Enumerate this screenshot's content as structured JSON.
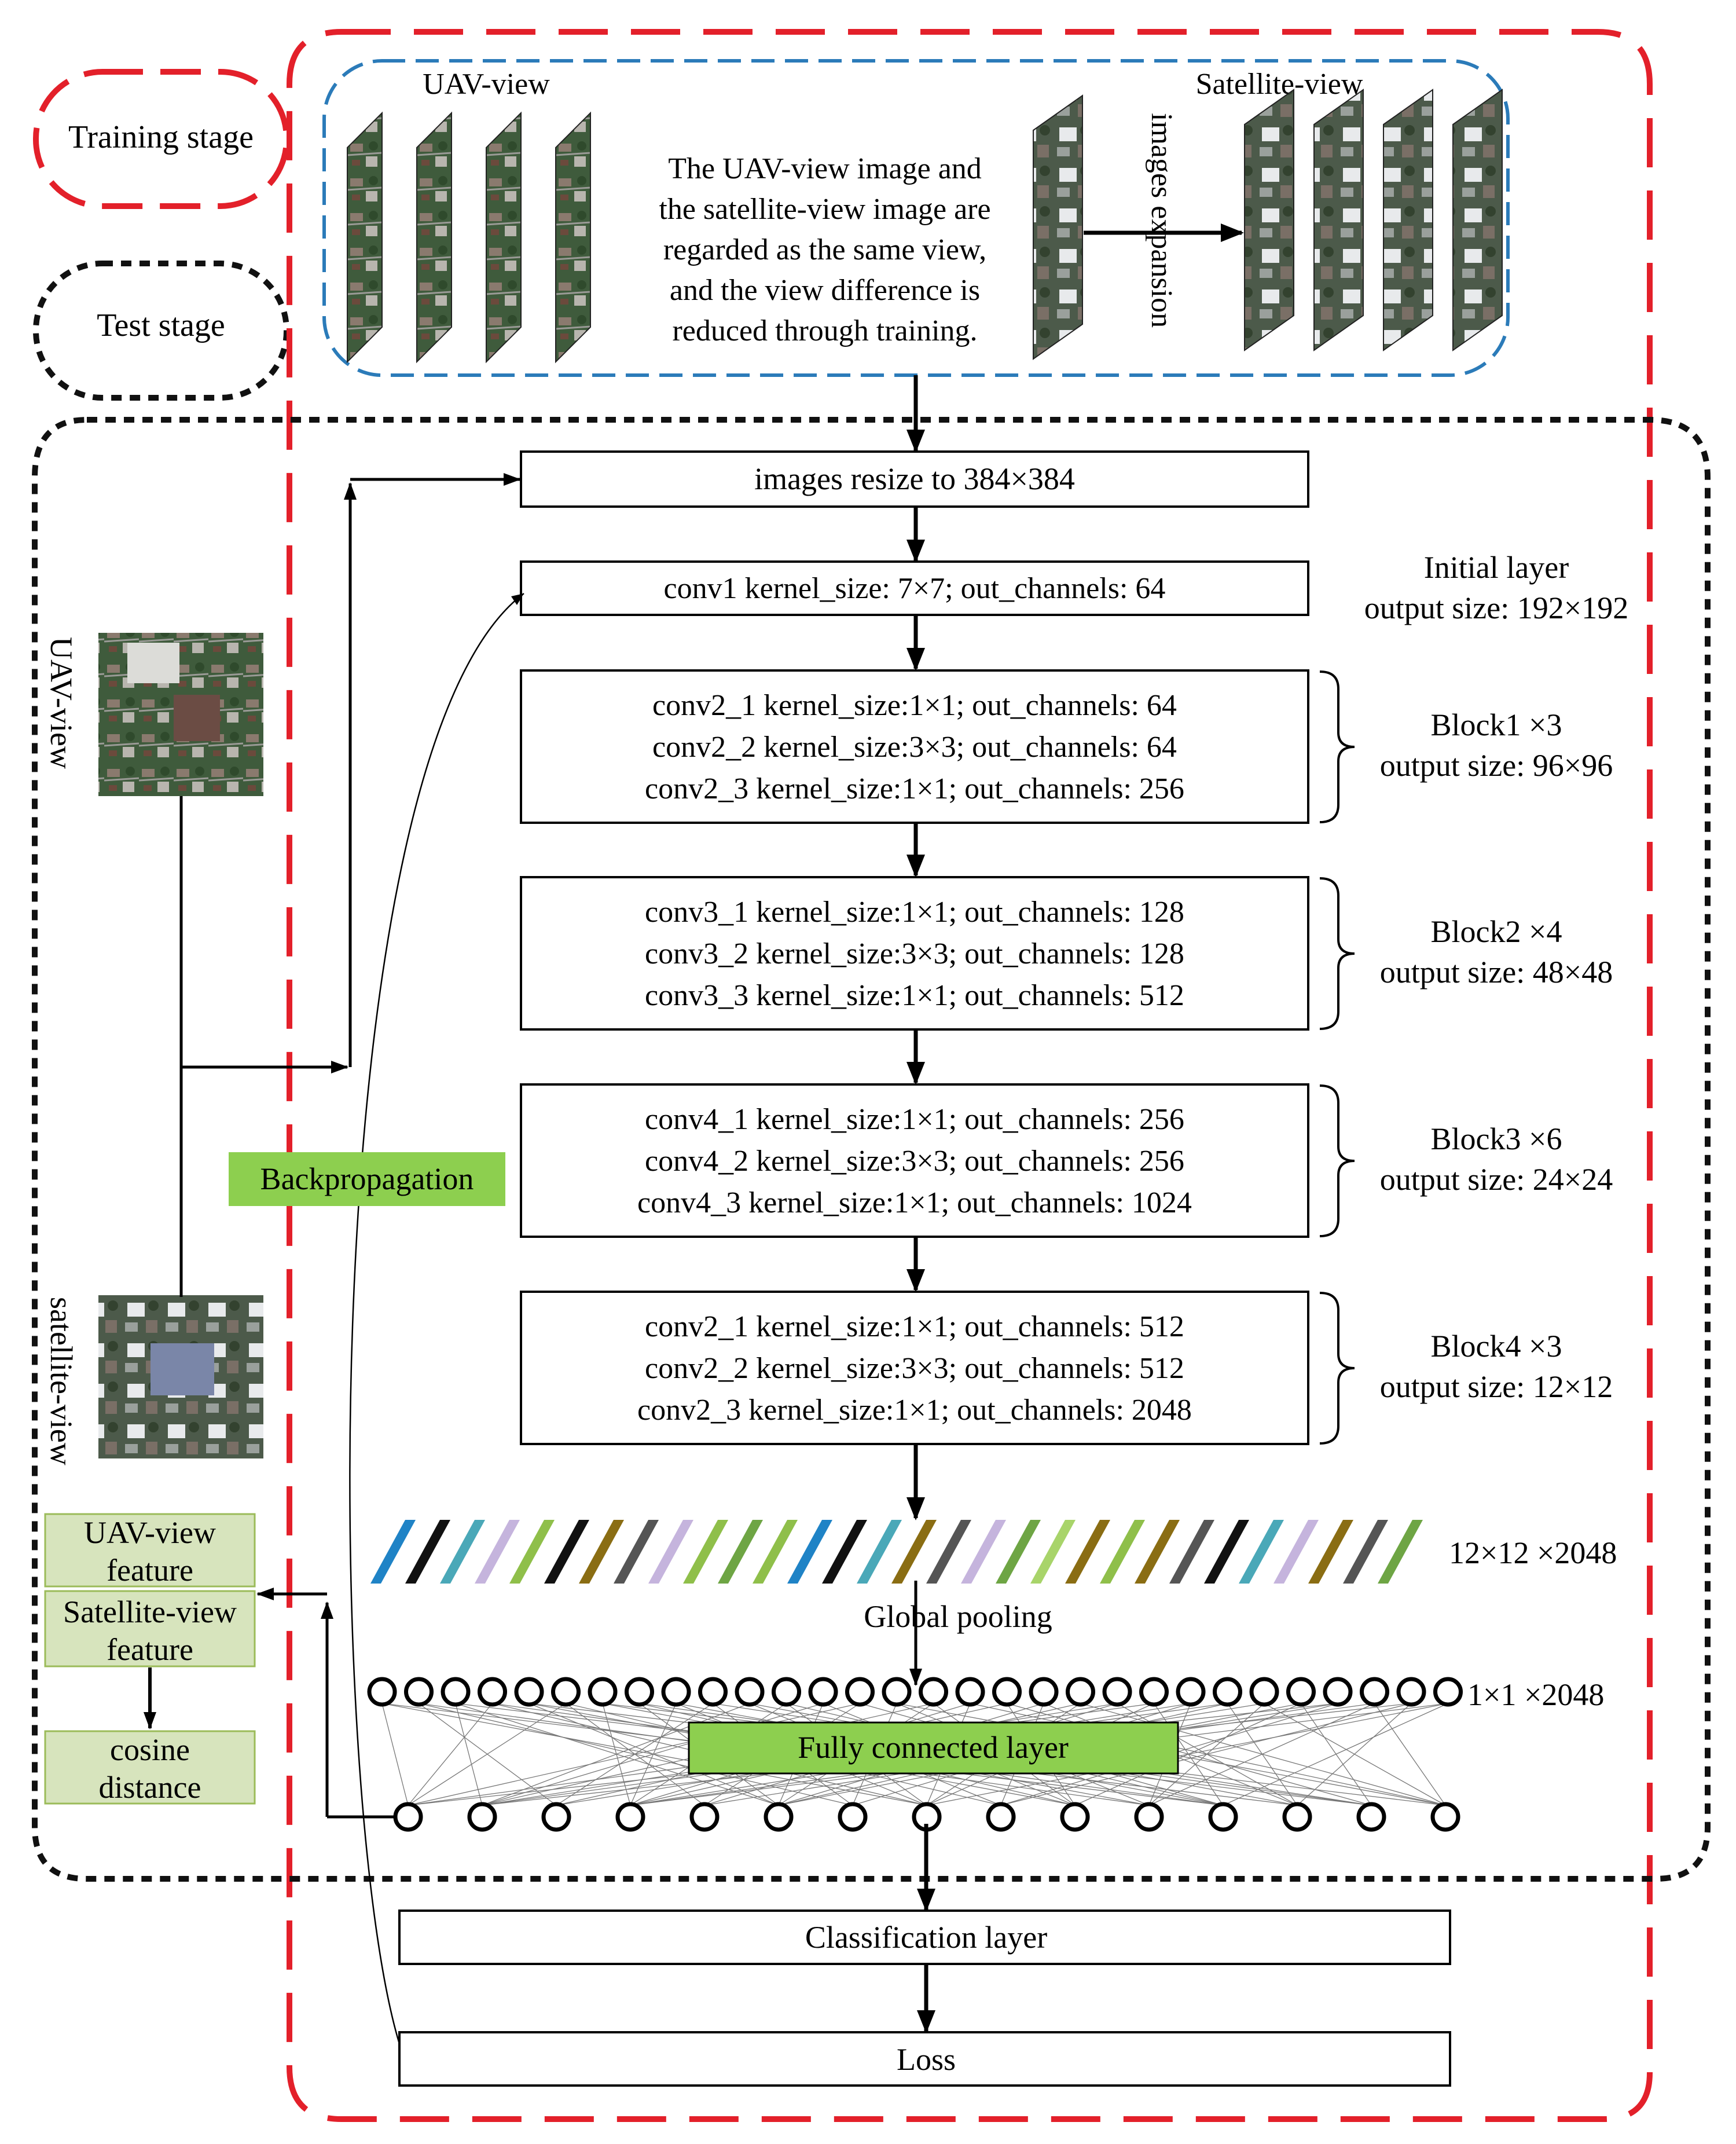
{
  "legend": {
    "training_stage": "Training stage",
    "test_stage": "Test stage"
  },
  "top": {
    "uav_view_label": "UAV-view",
    "satellite_view_label": "Satellite-view",
    "expansion_label": "images  expansion",
    "note_lines": [
      "The UAV-view image and",
      "the satellite-view image are",
      "regarded as the same view,",
      "and the view difference is",
      "reduced through training."
    ]
  },
  "input_side": {
    "uav_view_label": "UAV-view",
    "satellite_view_label": "satellite-view"
  },
  "pipeline": {
    "resize": "images  resize to 384×384",
    "conv1": "conv1 kernel_size: 7×7; out_channels: 64",
    "blocks": [
      {
        "lines": [
          "conv2_1 kernel_size:1×1; out_channels: 64",
          "conv2_2 kernel_size:3×3; out_channels: 64",
          "conv2_3 kernel_size:1×1; out_channels: 256"
        ],
        "name": "Block1 ×3",
        "size": "output size: 96×96"
      },
      {
        "lines": [
          "conv3_1 kernel_size:1×1; out_channels: 128",
          "conv3_2 kernel_size:3×3; out_channels: 128",
          "conv3_3 kernel_size:1×1; out_channels: 512"
        ],
        "name": "Block2 ×4",
        "size": "output size: 48×48"
      },
      {
        "lines": [
          "conv4_1 kernel_size:1×1; out_channels: 256",
          "conv4_2 kernel_size:3×3; out_channels: 256",
          "conv4_3 kernel_size:1×1; out_channels: 1024"
        ],
        "name": "Block3 ×6",
        "size": "output size: 24×24"
      },
      {
        "lines": [
          "conv2_1 kernel_size:1×1; out_channels: 512",
          "conv2_2 kernel_size:3×3; out_channels: 512",
          "conv2_3 kernel_size:1×1; out_channels: 2048"
        ],
        "name": "Block4 ×3",
        "size": "output size: 12×12"
      }
    ],
    "initial_layer": {
      "name": "Initial layer",
      "size": "output size: 192×192"
    },
    "feature_map_label": "12×12 ×2048",
    "global_pooling": "Global pooling",
    "pooled_label": "1×1 ×2048",
    "fc_layer": "Fully connected layer",
    "classification": "Classification layer",
    "loss": "Loss",
    "backprop": "Backpropagation"
  },
  "features": {
    "uav_feature": [
      "UAV-view",
      "feature"
    ],
    "sat_feature": [
      "Satellite-view",
      "feature"
    ],
    "distance": [
      "cosine",
      "distance"
    ]
  },
  "colors": {
    "training_border": "#e3202a",
    "top_box_border": "#2b7bb9",
    "green_label": "#8dcf4f",
    "feature_box_fill": "#d7e4bd",
    "feature_box_border": "#9bbb59",
    "feature_slices": [
      "#1f83c6",
      "#111111",
      "#4aa8b8",
      "#c5b4dd",
      "#8fbf4a",
      "#8a6d13",
      "#555555",
      "#6ea544",
      "#a8d46a"
    ]
  }
}
